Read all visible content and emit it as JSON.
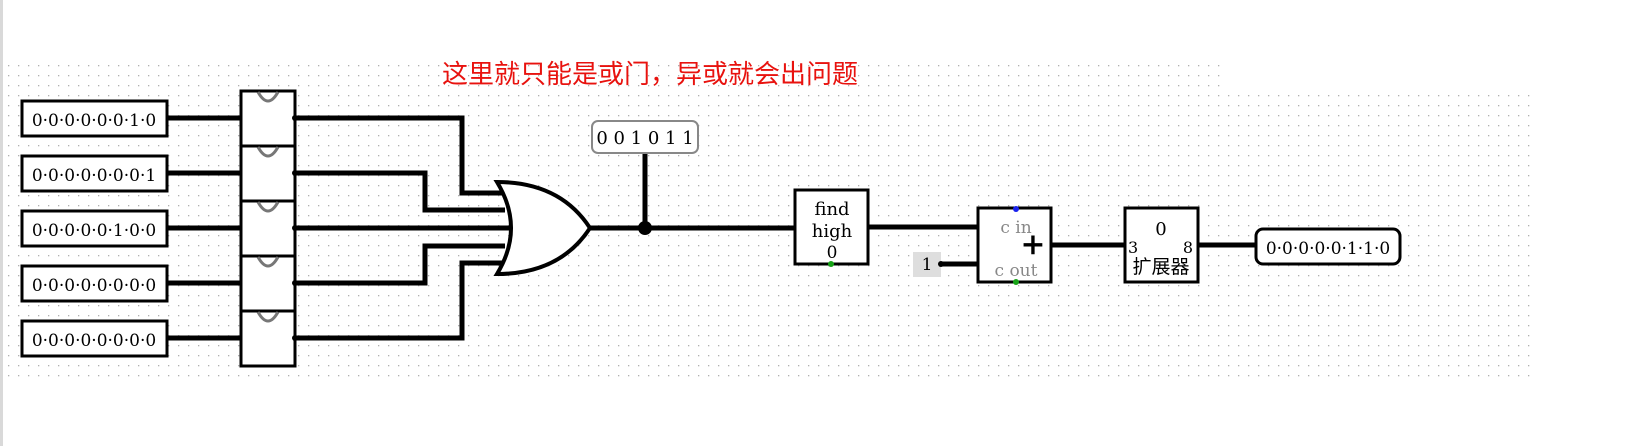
{
  "annotation": "这里就只能是或门，异或就会出问题",
  "inputs": [
    "0·0·0·0·0·0·1·0",
    "0·0·0·0·0·0·0·1",
    "0·0·0·0·0·1·0·0",
    "0·0·0·0·0·0·0·0",
    "0·0·0·0·0·0·0·0"
  ],
  "probe_value": "0 0 1 0 1 1",
  "find_high": {
    "line1": "find",
    "line2": "high",
    "out": "0"
  },
  "constant_one": "1",
  "adder": {
    "cin": "c  in",
    "cout": "c  out",
    "symbol": "+"
  },
  "extender": {
    "top": "0",
    "in_width": "3",
    "out_width": "8",
    "label": "扩展器"
  },
  "output": "0·0·0·0·0·1·1·0",
  "colors": {
    "wire": "#000000",
    "annotation": "#e8120e",
    "port_blue": "#1a22ee",
    "port_green": "#17a317",
    "grid_dot": "#b0b0b0",
    "probe_border": "#888888"
  }
}
